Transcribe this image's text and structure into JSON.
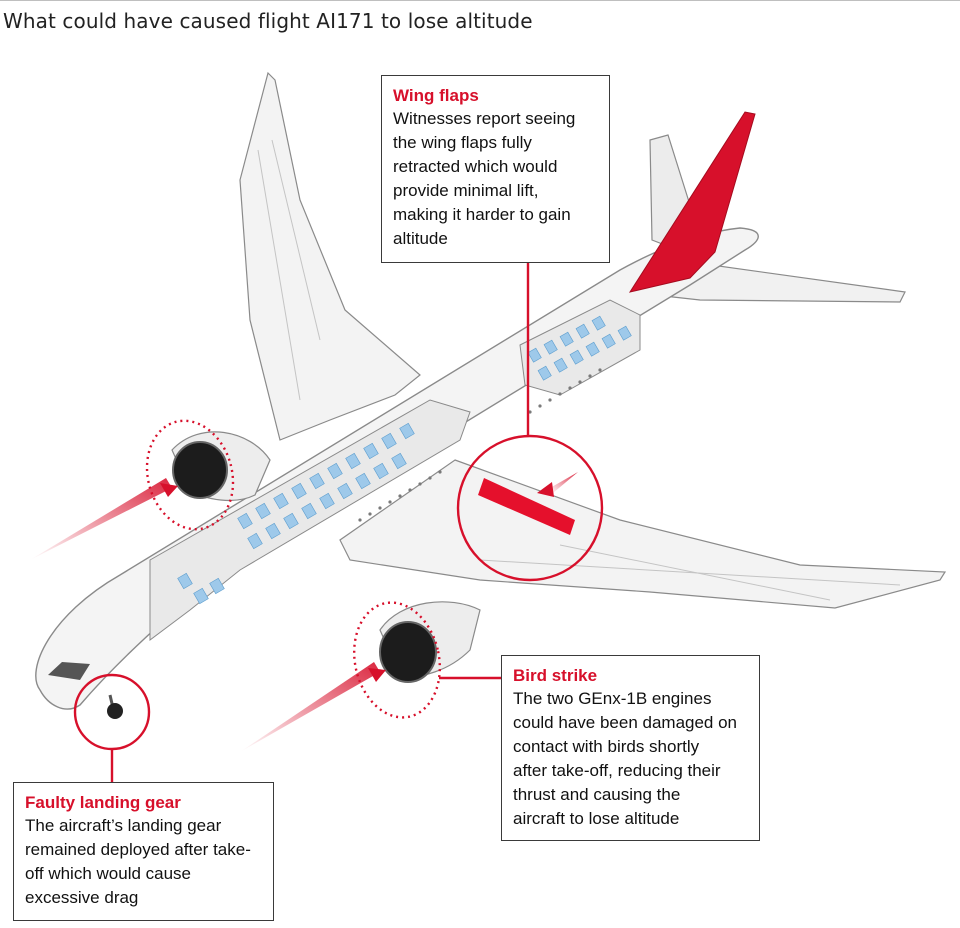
{
  "title": "What could have caused flight AI171 to lose altitude",
  "colors": {
    "accent_red": "#d7102b",
    "seat_blue": "#9ec9ea",
    "fuselage": "#f4f4f4",
    "outline": "#8a8a8a"
  },
  "callouts": {
    "wing_flaps": {
      "heading": "Wing flaps",
      "body": "Witnesses report seeing\nthe wing flaps fully\nretracted which would\nprovide minimal lift,\nmaking it harder to gain\naltitude"
    },
    "bird_strike": {
      "heading": "Bird strike",
      "body": "The two GEnx-1B engines\ncould have been damaged on\ncontact with birds shortly\nafter take-off, reducing their\nthrust and causing the\naircraft to lose altitude"
    },
    "landing_gear": {
      "heading": "Faulty landing gear",
      "body": "The aircraft’s landing gear\nremained deployed after take-\noff which would cause\nexcessive drag"
    }
  }
}
